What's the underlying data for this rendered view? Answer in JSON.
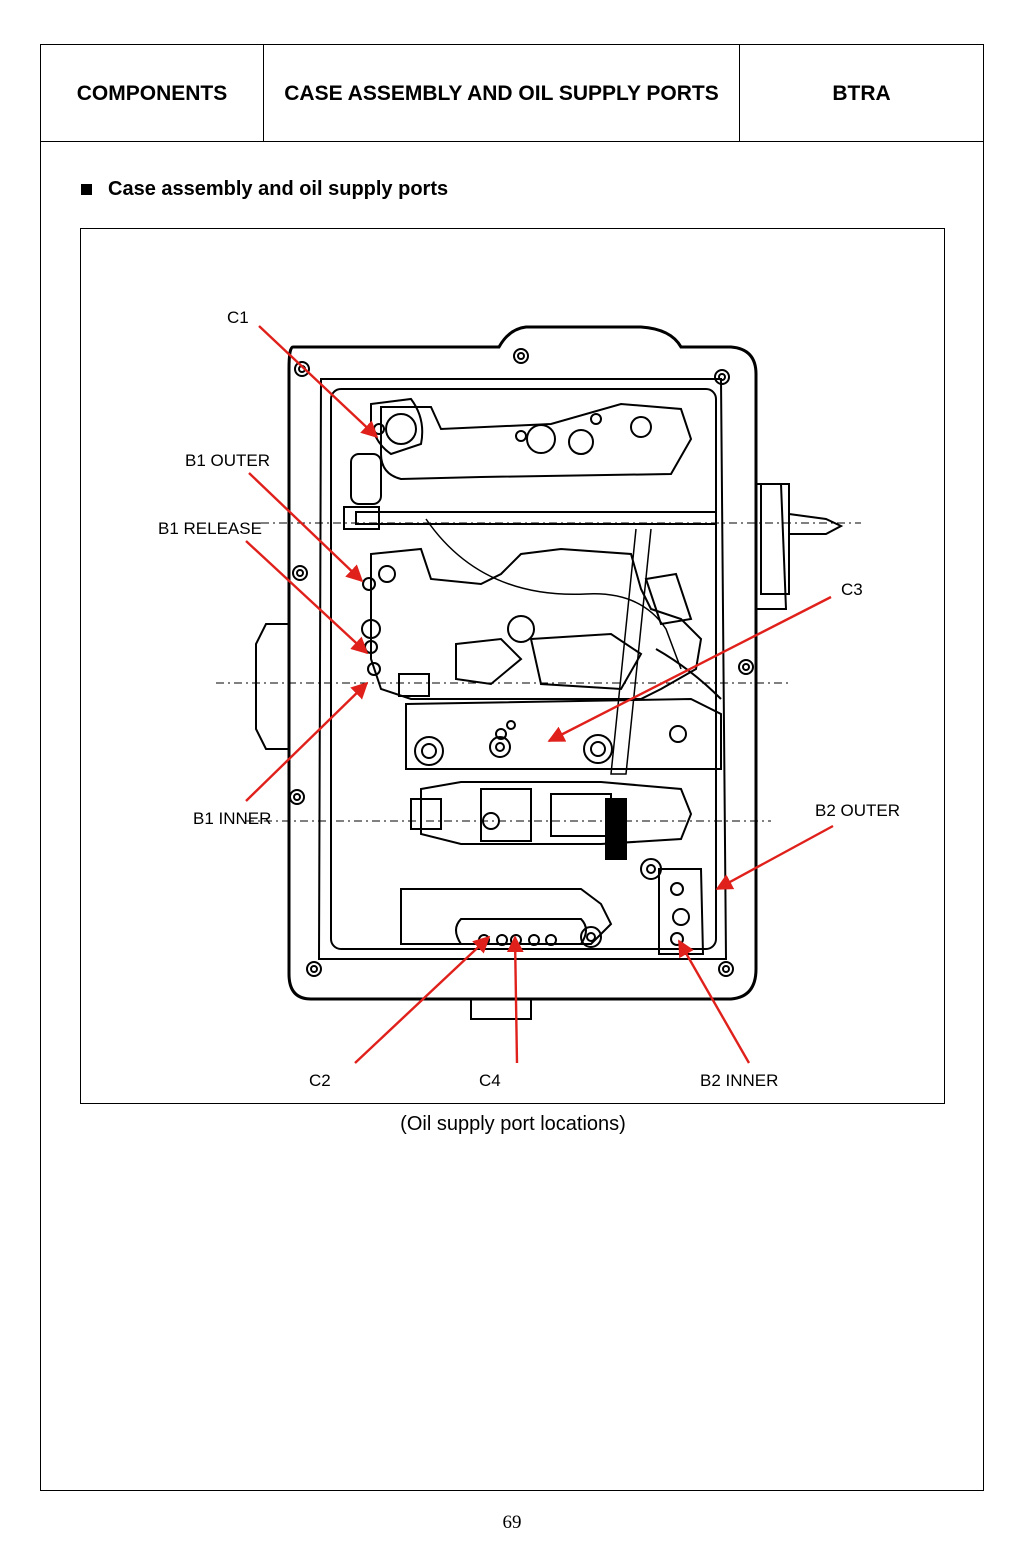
{
  "header": {
    "left": "COMPONENTS",
    "center": "CASE ASSEMBLY AND OIL SUPPLY PORTS",
    "right": "BTRA"
  },
  "section_title": "Case assembly and oil supply ports",
  "figure": {
    "labels": {
      "c1": "C1",
      "b1_outer": "B1 OUTER",
      "b1_release": "B1 RELEASE",
      "c3": "C3",
      "b1_inner": "B1 INNER",
      "b2_outer": "B2 OUTER",
      "c2": "C2",
      "c4": "C4",
      "b2_inner": "B2 INNER"
    },
    "leader_color": "#e0201b"
  },
  "caption": "(Oil supply port locations)",
  "page_number": "69"
}
